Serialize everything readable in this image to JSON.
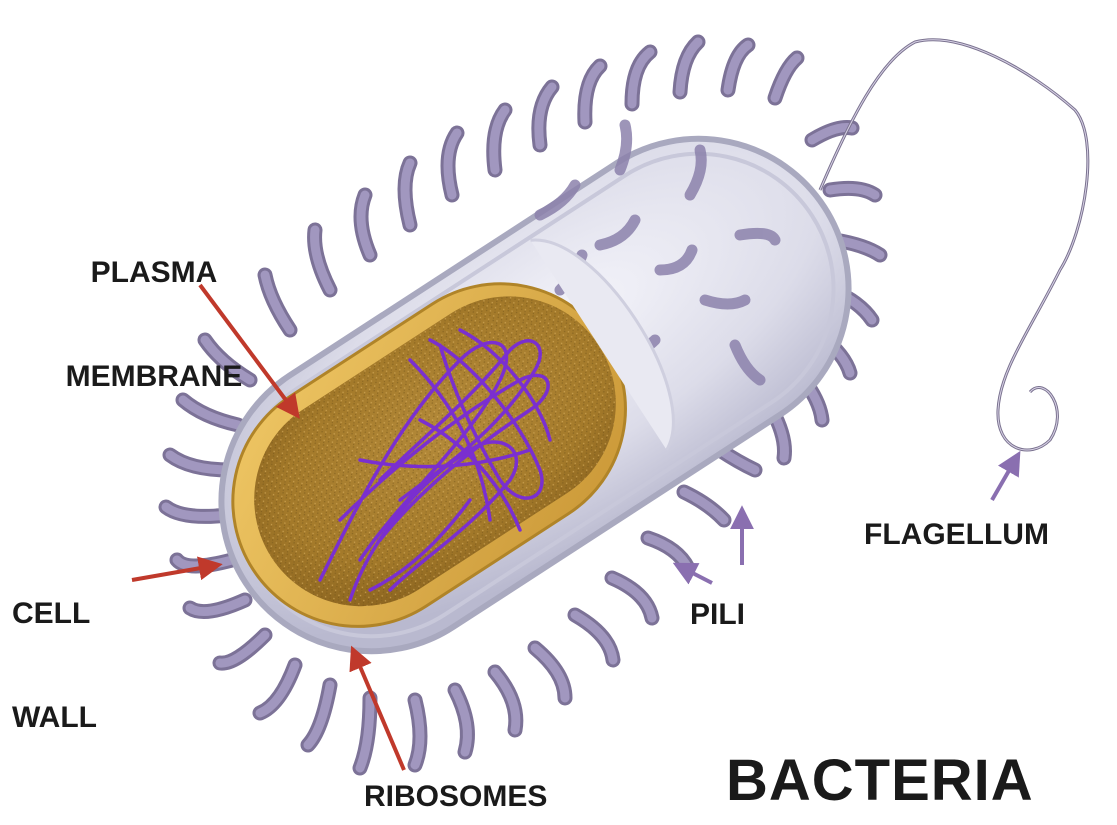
{
  "diagram": {
    "labels": {
      "plasma_membrane_line1": "PLASMA",
      "plasma_membrane_line2": "MEMBRANE",
      "cell_wall_line1": "CELL",
      "cell_wall_line2": "WALL",
      "ribosomes": "RIBOSOMES",
      "pili": "PILI",
      "flagellum": "FLAGELLUM",
      "title": "BACTERIA"
    },
    "colors": {
      "capsule": "#d9d9e8",
      "capsule_edge": "#a9a9bf",
      "cytoplasm": "#b88a2e",
      "cytoplasm_rim": "#e3b34a",
      "nucleoid_dna": "#7a2fd0",
      "pili": "#9588b3",
      "pili_edge": "#6e638c",
      "red_arrow": "#c0392b",
      "purple_arrow": "#8a6fb0"
    }
  }
}
